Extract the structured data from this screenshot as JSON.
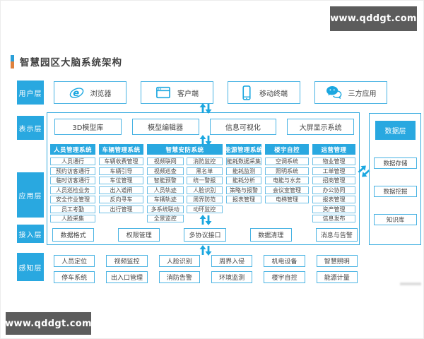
{
  "watermarks": {
    "top_right": "www.qddgt.com",
    "bottom_left": "www.qddgt.com"
  },
  "title": "智慧园区大脑系统架构",
  "colors": {
    "accent": "#29a8e0",
    "box_border": "#49b3e3",
    "text": "#454545",
    "watermark_bg": "#5c5c5c",
    "title_tick_top": "#2a9fd8",
    "title_tick_bottom": "#e0813c"
  },
  "layers": {
    "user": {
      "label": "用户层",
      "items": [
        {
          "icon": "ie-browser-icon",
          "label": "浏览器"
        },
        {
          "icon": "client-window-icon",
          "label": "客户端"
        },
        {
          "icon": "mobile-phone-icon",
          "label": "移动终端"
        },
        {
          "icon": "chat-bubbles-icon",
          "label": "三方应用"
        }
      ]
    },
    "presentation": {
      "label": "表示层",
      "items": [
        "3D模型库",
        "模型编辑器",
        "信息可视化",
        "大屏显示系统"
      ]
    },
    "application": {
      "label": "应用层",
      "systems": [
        {
          "name": "人员管理系统",
          "items": [
            "人员通行",
            "预约访客通行",
            "临时访客通行",
            "人员巡检业务",
            "安全作业管理",
            "员工考勤",
            "人脸采集"
          ]
        },
        {
          "name": "车辆管理系统",
          "items": [
            "车辆收费管理",
            "车辆引导",
            "车位管理",
            "出入道闸",
            "反向寻车",
            "出行管理"
          ]
        },
        {
          "name": "智慧安防系统",
          "columns": [
            [
              "视频联网",
              "视频巡查",
              "智能预警",
              "人员轨迹",
              "车辆轨迹",
              "多系统联动",
              "全景监控"
            ],
            [
              "消防监控",
              "黑名单",
              "统一警报",
              "人脸识别",
              "周界防范",
              "动环监控"
            ]
          ]
        },
        {
          "name": "能源管理系统",
          "items": [
            "能耗数据采集",
            "能耗监测",
            "能耗分析",
            "策略与报警",
            "报表管理"
          ]
        },
        {
          "name": "楼宇自控",
          "items": [
            "空调系统",
            "照明系统",
            "电能与水务",
            "会议室管理",
            "电梯管理"
          ]
        },
        {
          "name": "运营管理",
          "items": [
            "物业管理",
            "工单管理",
            "招商管理",
            "办公协同",
            "报表管理",
            "资产管理",
            "信息发布"
          ]
        }
      ]
    },
    "access": {
      "label": "接入层",
      "items": [
        "数据格式",
        "权限管理",
        "多协议接口",
        "数据清理",
        "消息与告警"
      ]
    },
    "perception": {
      "label": "感知层",
      "rows": [
        [
          "人员定位",
          "视频监控",
          "人脸识别",
          "周界入侵",
          "机电设备",
          "智慧照明"
        ],
        [
          "停车系统",
          "出入口管理",
          "消防告警",
          "环境监测",
          "楼宇自控",
          "能源计量"
        ]
      ]
    },
    "data": {
      "label": "数据层",
      "items": [
        "数据存储",
        "数据挖掘",
        "知识库"
      ]
    }
  }
}
